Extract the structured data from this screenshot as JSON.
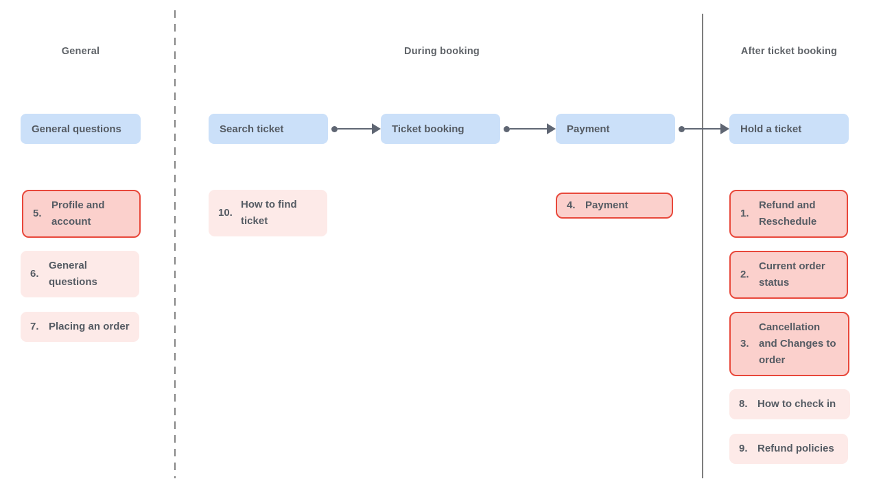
{
  "headers": [
    {
      "label": "General"
    },
    {
      "label": "During booking"
    },
    {
      "label": "After ticket booking"
    }
  ],
  "stages": [
    {
      "label": "General questions"
    },
    {
      "label": "Search ticket"
    },
    {
      "label": "Ticket booking"
    },
    {
      "label": "Payment"
    },
    {
      "label": "Hold a ticket"
    }
  ],
  "topics": {
    "general": [
      {
        "num": "5.",
        "label": "Profile and account",
        "highlighted": true
      },
      {
        "num": "6.",
        "label": "General questions",
        "highlighted": false
      },
      {
        "num": "7.",
        "label": "Placing an order",
        "highlighted": false
      }
    ],
    "during_search": [
      {
        "num": "10.",
        "label": "How to find ticket",
        "highlighted": false
      }
    ],
    "during_payment": [
      {
        "num": "4.",
        "label": "Payment",
        "highlighted": true
      }
    ],
    "after": [
      {
        "num": "1.",
        "label": "Refund and Reschedule",
        "highlighted": true
      },
      {
        "num": "2.",
        "label": "Current order status",
        "highlighted": true
      },
      {
        "num": "3.",
        "label": "Cancellation and Changes to order",
        "highlighted": true
      },
      {
        "num": "8.",
        "label": "How to check in",
        "highlighted": false
      },
      {
        "num": "9.",
        "label": "Refund policies",
        "highlighted": false
      }
    ]
  },
  "colors": {
    "stage_fill": "#cbe0f9",
    "topic_fill": "#fdeae8",
    "topic_highlight_fill": "#fbd0cc",
    "highlight_border": "#e8473a",
    "text": "#5f6368",
    "connector": "#5f6673",
    "divider": "#7d7d7d"
  }
}
